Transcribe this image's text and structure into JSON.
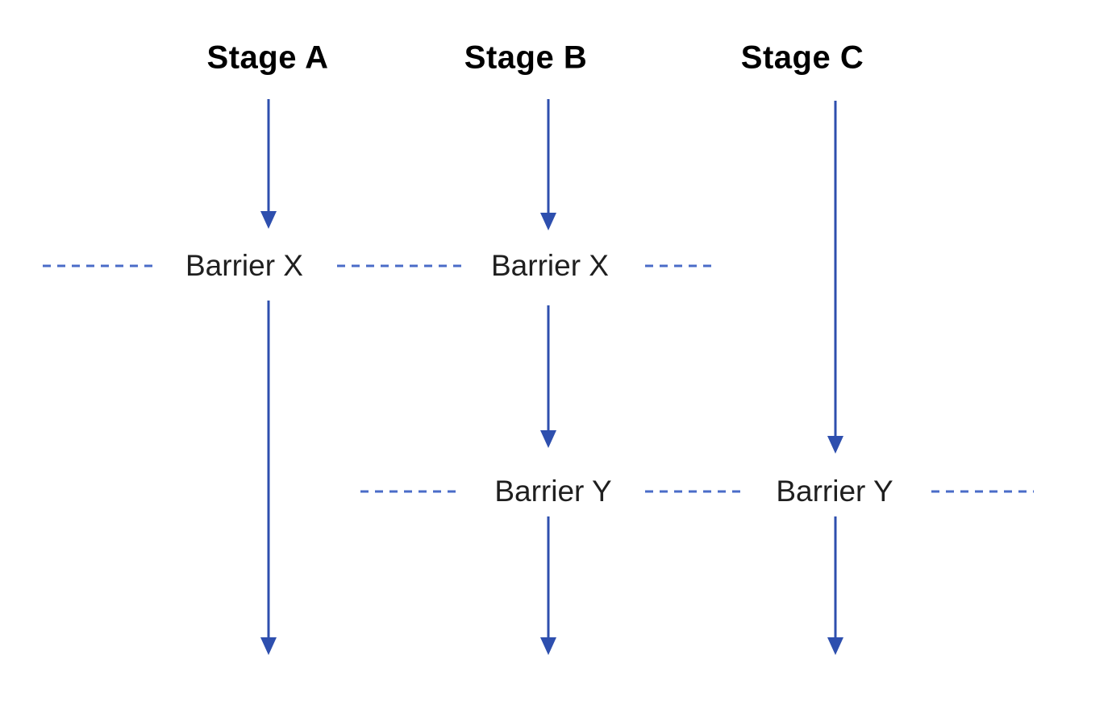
{
  "colors": {
    "background": "#ffffff",
    "arrow": "#2e4fae",
    "dash": "#4a6cc8",
    "stage_text": "#000000",
    "barrier_text": "#1f1f1f"
  },
  "stages": [
    {
      "label": "Stage A"
    },
    {
      "label": "Stage B"
    },
    {
      "label": "Stage C"
    }
  ],
  "barriers": {
    "row_x": [
      {
        "label": "Barrier X"
      },
      {
        "label": "Barrier X"
      }
    ],
    "row_y": [
      {
        "label": "Barrier Y"
      },
      {
        "label": "Barrier Y"
      }
    ]
  }
}
